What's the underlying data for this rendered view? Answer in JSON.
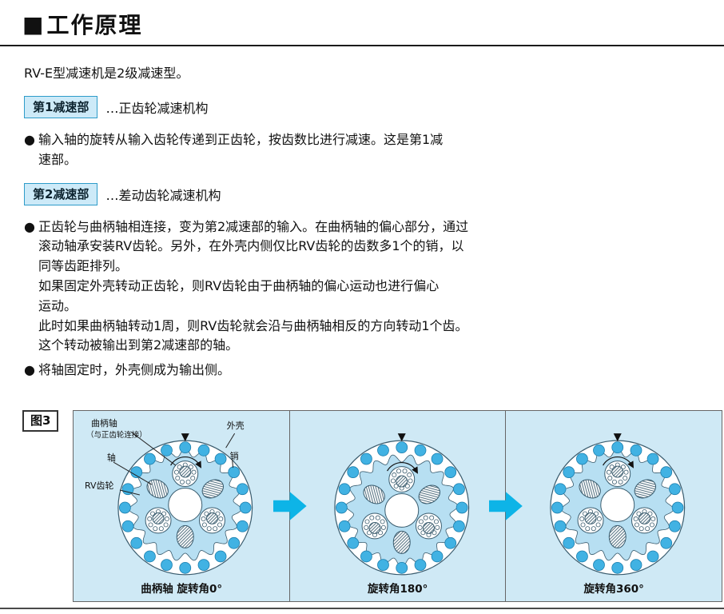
{
  "header": {
    "marker": "■",
    "title": "工作原理"
  },
  "intro": "RV-E型减速机是2级减速型。",
  "glyphs": {
    "bullet": "●"
  },
  "stage1": {
    "badge": "第1减速部",
    "mechanism": "…正齿轮减速机构",
    "bullet": "输入轴的旋转从输入齿轮传递到正齿轮，按齿数比进行减速。这是第1减\n速部。"
  },
  "stage2": {
    "badge": "第2减速部",
    "mechanism": "…差动齿轮减速机构",
    "bullet_main": "正齿轮与曲柄轴相连接，变为第2减速部的输入。在曲柄轴的偏心部分，通过\n滚动轴承安装RV齿轮。另外，在外壳内侧仅比RV齿轮的齿数多1个的销，以\n同等齿距排列。\n如果固定外壳转动正齿轮，则RV齿轮由于曲柄轴的偏心运动也进行偏心\n运动。\n此时如果曲柄轴转动1周，则RV齿轮就会沿与曲柄轴相反的方向转动1个齿。\n这个转动被输出到第2减速部的轴。",
    "bullet_output": "将轴固定时，外壳侧成为输出侧。"
  },
  "figure": {
    "label": "图3",
    "labels": {
      "crankshaft": "曲柄轴",
      "crankshaft_sub": "（与正齿轮连接）",
      "housing": "外壳",
      "shaft": "轴",
      "pin": "销",
      "rv_gear": "RV齿轮"
    },
    "panels": [
      {
        "caption": "曲柄轴 旋转角0°",
        "rotation": 0
      },
      {
        "caption": "旋转角180°",
        "rotation": 180
      },
      {
        "caption": "旋转角360°",
        "rotation": 360
      }
    ]
  },
  "colors": {
    "accent": "#0db4e7",
    "figure-bg": "#cfe9f5",
    "pin": "#41b2e3",
    "pin-stroke": "#1c7fae",
    "gear": "#b7dff2",
    "line": "#3a5c6e",
    "badge-bg": "#cdeaf8",
    "badge-border": "#2e9cc9"
  }
}
